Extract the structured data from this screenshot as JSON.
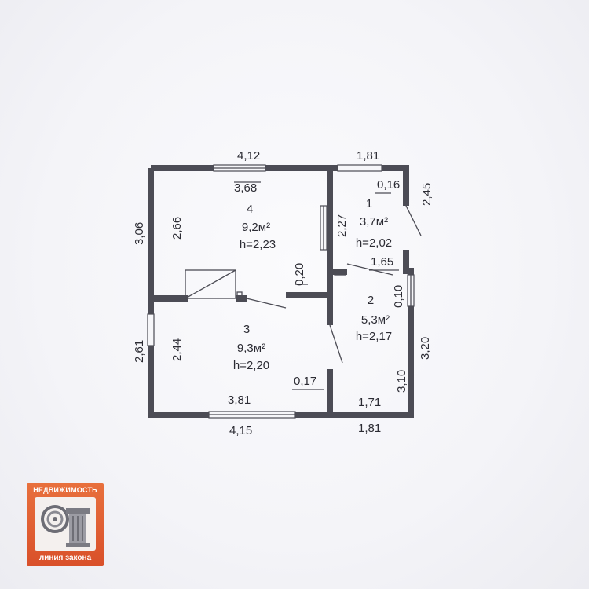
{
  "dimensions": {
    "top_left_outer": "4,12",
    "top_left_inner": "3,68",
    "top_right_outer": "1,81",
    "room1_inner_thick": "0,16",
    "right_top_vertical": "2,45",
    "left_top_outer": "3,06",
    "room4_inner_height": "2,66",
    "partition_height": "2,27",
    "partition_thick": "0,20",
    "corridor_width": "1,65",
    "room2_thick": "0,10",
    "left_bottom_outer": "2,61",
    "room3_inner_height": "2,44",
    "bottom_thick": "0,17",
    "right_outer_height": "3,20",
    "right_inner_height": "3,10",
    "bottom_left_inner": "3,81",
    "bottom_right_inner": "1,71",
    "bottom_left_outer": "4,15",
    "bottom_right_outer": "1,81"
  },
  "rooms": [
    {
      "number": "1",
      "area": "3,7м²",
      "height": "h=2,02"
    },
    {
      "number": "2",
      "area": "5,3м²",
      "height": "h=2,17"
    },
    {
      "number": "3",
      "area": "9,3м²",
      "height": "h=2,20"
    },
    {
      "number": "4",
      "area": "9,2м²",
      "height": "h=2,23"
    }
  ],
  "logo": {
    "top_text": "НЕДВИЖИМОСТЬ",
    "bottom_text": "линия закона"
  }
}
